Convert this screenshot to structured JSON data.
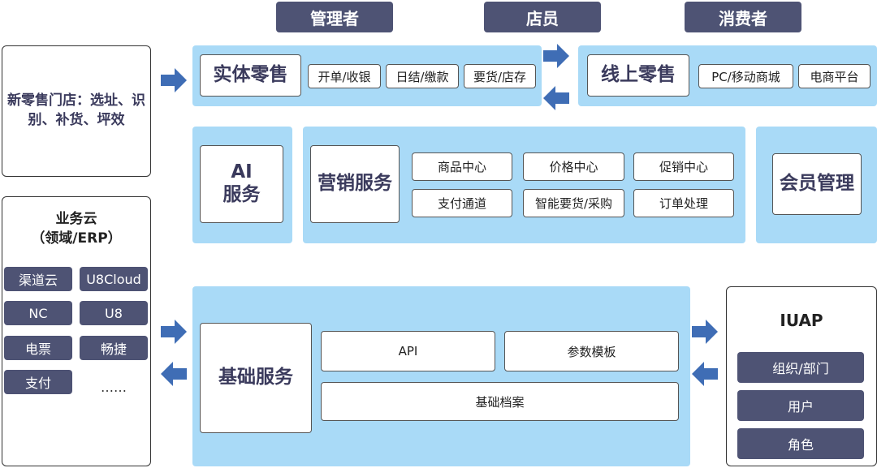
{
  "roles": {
    "manager": "管理者",
    "clerk": "店员",
    "consumer": "消费者"
  },
  "left_top": {
    "text": "新零售门店：选址、识别、补货、坪效"
  },
  "physical": {
    "title": "实体零售",
    "items": [
      "开单/收银",
      "日结/缴款",
      "要货/店存"
    ]
  },
  "online": {
    "title": "线上零售",
    "items": [
      "PC/移动商城",
      "电商平台"
    ]
  },
  "ai": {
    "title": "AI\n服务"
  },
  "marketing": {
    "title": "营销服务",
    "items": [
      "商品中心",
      "价格中心",
      "促销中心",
      "支付通道",
      "智能要货/采购",
      "订单处理"
    ]
  },
  "member": {
    "title": "会员管理"
  },
  "business_cloud": {
    "title_line1": "业务云",
    "title_line2": "（领域/ERP）",
    "items": [
      "渠道云",
      "U8Cloud",
      "NC",
      "U8",
      "电票",
      "畅捷",
      "支付",
      "……"
    ]
  },
  "base": {
    "title": "基础服务",
    "items": [
      "API",
      "参数模板",
      "基础档案"
    ]
  },
  "iuap": {
    "title": "IUAP",
    "items": [
      "组织/部门",
      "用户",
      "角色"
    ]
  },
  "colors": {
    "panel": "#a9daf7",
    "dark": "#4e5374",
    "arrow": "#3f6db5"
  }
}
